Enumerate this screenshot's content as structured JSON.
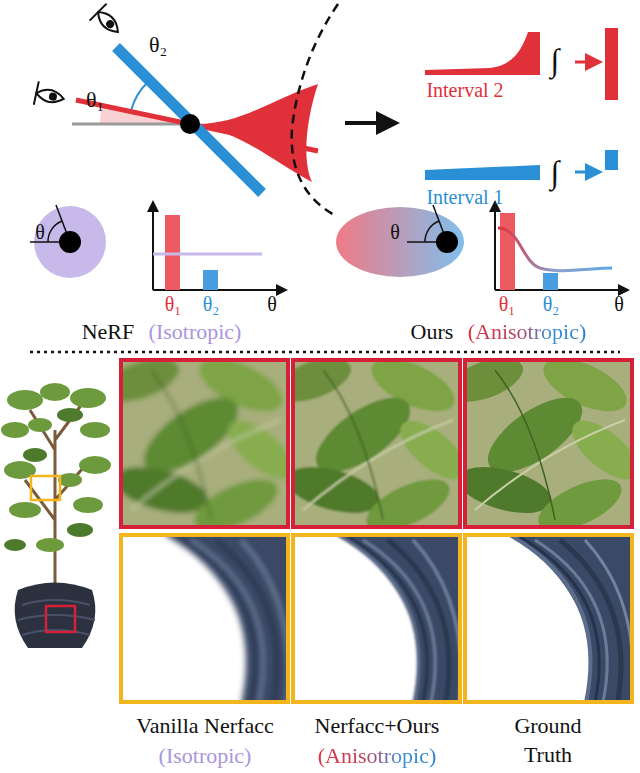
{
  "diagram": {
    "labels": [
      "θ₁",
      "θ₂",
      "∫",
      "Interval 2",
      "∫",
      "Interval 1",
      "θ",
      "θ₁",
      "θ₂",
      "θ",
      "NeRF",
      "(Isotropic)",
      "θ",
      "θ₁",
      "θ₂",
      "θ",
      "Ours",
      "(Anisotropic)",
      "Vanilla Nerfacc",
      "(Isotropic)",
      "Nerfacc+Ours",
      "(Anisotropic)",
      "Ground Truth"
    ]
  }
}
